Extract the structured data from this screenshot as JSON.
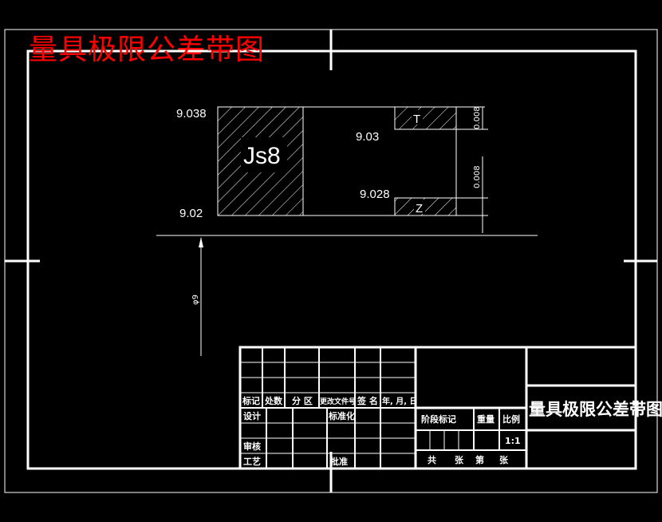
{
  "drawing_title": "量具极限公差带图",
  "zone_label": "Js8",
  "upper_zone_label": "T",
  "lower_zone_label": "Z",
  "dims": {
    "js8_upper": "9.038",
    "js8_lower": "9.02",
    "T_ref": "9.03",
    "Z_ref": "9.028",
    "T_width": "0.008",
    "gap": "0.008",
    "diameter": "φ9"
  },
  "title_block": {
    "col_labels": [
      "标记",
      "处数",
      "分 区",
      "更改文件号",
      "签 名",
      "年, 月, 日"
    ],
    "design": "设计",
    "standardize": "标准化",
    "review": "审核",
    "process": "工艺",
    "approve": "批准",
    "stage_mark": "阶段标记",
    "weight": "重量",
    "scale_label": "比例",
    "scale_value": "1:1",
    "sheets": [
      "共",
      "张",
      "第",
      "张"
    ],
    "drawing_name": "量具极限公差带图"
  }
}
